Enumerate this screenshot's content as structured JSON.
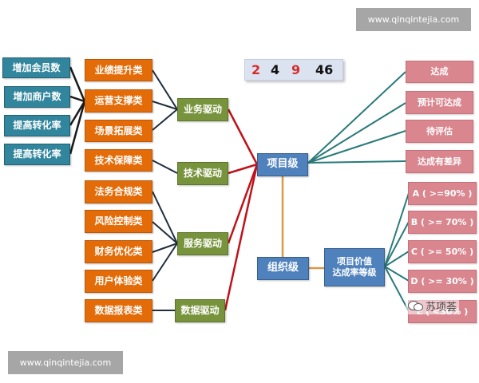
{
  "watermarks": {
    "top_right": "www.qinqintejia.com",
    "bottom_left": "www.qinqintejia.com",
    "wechat": "苏项荟"
  },
  "counter": {
    "values": [
      {
        "text": "2",
        "color": "#d92b2b"
      },
      {
        "text": "4",
        "color": "#111111"
      },
      {
        "text": "9",
        "color": "#d92b2b"
      },
      {
        "text": "46",
        "color": "#111111"
      }
    ]
  },
  "colors": {
    "teal": "#31859c",
    "orange": "#e36c09",
    "green": "#77933c",
    "blue": "#4f81bd",
    "pink": "#d9868f",
    "line_dark": "#1f2d3d",
    "line_red": "#c0121a",
    "line_teal": "#2a7a7a",
    "line_gold": "#d99b4a"
  },
  "goals": [
    {
      "label": "增加会员数"
    },
    {
      "label": "增加商户数"
    },
    {
      "label": "提高转化率"
    },
    {
      "label": "提高转化率"
    }
  ],
  "categories": [
    {
      "label": "业绩提升类"
    },
    {
      "label": "运营支撑类"
    },
    {
      "label": "场景拓展类"
    },
    {
      "label": "技术保障类"
    },
    {
      "label": "法务合规类"
    },
    {
      "label": "风险控制类"
    },
    {
      "label": "财务优化类"
    },
    {
      "label": "用户体验类"
    },
    {
      "label": "数据报表类"
    }
  ],
  "drivers": [
    {
      "label": "业务驱动"
    },
    {
      "label": "技术驱动"
    },
    {
      "label": "服务驱动"
    },
    {
      "label": "数据驱动"
    }
  ],
  "levels": {
    "project": "项目级",
    "org": "组织级",
    "value_rate": [
      "项目价值",
      "达成率等级"
    ]
  },
  "project_status": [
    {
      "label": "达成"
    },
    {
      "label": "预计可达成"
    },
    {
      "label": "待评估"
    },
    {
      "label": "达成有差异"
    }
  ],
  "grades": [
    {
      "label": "A ( >=90% )"
    },
    {
      "label": "B ( >= 70% )"
    },
    {
      "label": "C ( >= 50% )"
    },
    {
      "label": "D ( >= 30% )"
    },
    {
      "label": "E ( <30% )"
    }
  ]
}
